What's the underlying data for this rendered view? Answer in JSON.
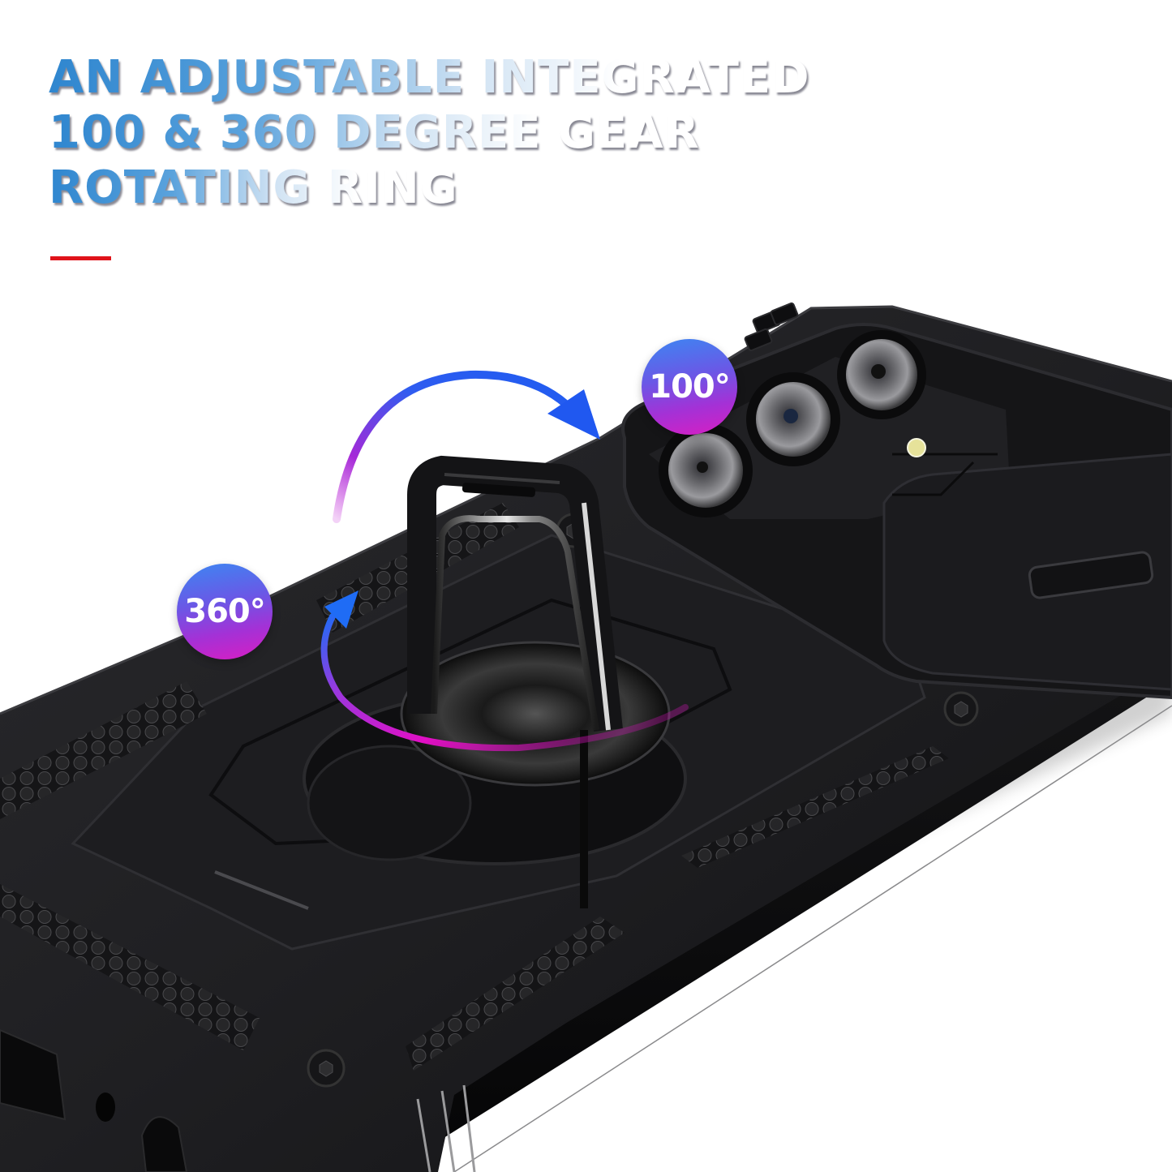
{
  "headline": {
    "lines": [
      "AN ADJUSTABLE INTEGRATED",
      "100 & 360 DEGREE GEAR",
      "ROTATING RING"
    ]
  },
  "accent_bar_color": "#e0131a",
  "badges": {
    "tilt": {
      "label": "100°",
      "gradient": [
        "#3d86f2",
        "#d81ec2"
      ]
    },
    "rotate": {
      "label": "360°",
      "gradient": [
        "#3d86f2",
        "#d81ec2"
      ]
    }
  },
  "product": {
    "description": "Black rugged phone case with camera slide cover and metal kickstand ring",
    "case_color": "#1c1c1e",
    "camera_lens_count": 3
  },
  "arrows": {
    "tilt_arrow": {
      "from_color": "#c21fd6",
      "to_color": "#1f5cf0"
    },
    "rotate_arrow": {
      "from_color": "#e10fc4",
      "to_color": "#1f6cf5"
    }
  }
}
